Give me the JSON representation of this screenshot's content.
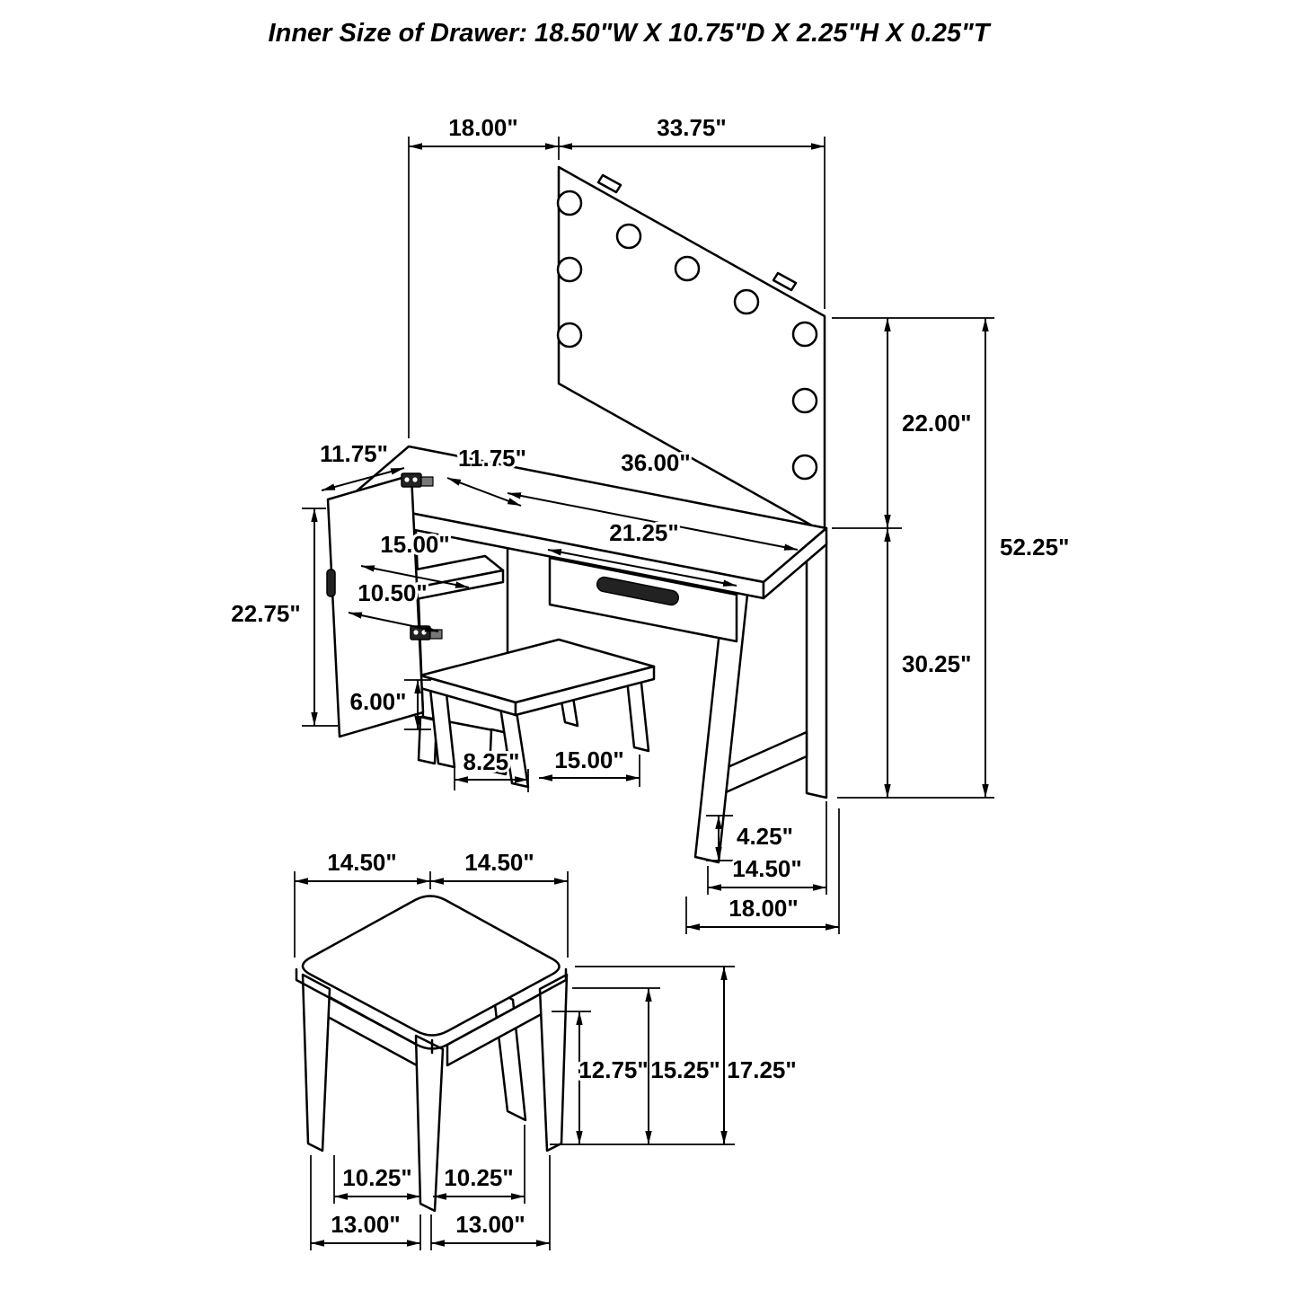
{
  "title": "Inner Size of Drawer: 18.50\"W X 10.75\"D X 2.25\"H X 0.25\"T",
  "colors": {
    "line": "#000000",
    "background": "#ffffff"
  },
  "dims": {
    "mirror_offset_width": "18.00\"",
    "mirror_width": "33.75\"",
    "mirror_height": "22.00\"",
    "total_height": "52.25\"",
    "door_width": "11.75\"",
    "desktop_depth": "11.75\"",
    "desktop_width": "36.00\"",
    "shelf_width": "15.00\"",
    "shelf_depth": "10.50\"",
    "drawer_front_width": "21.25\"",
    "door_height": "22.75\"",
    "clearance": "6.00\"",
    "stool_leg_gap": "8.25\"",
    "stool_under_width": "15.00\"",
    "desk_height": "30.25\"",
    "leg_foot_height": "4.25\"",
    "stretcher_span": "14.50\"",
    "desk_base_depth": "18.00\"",
    "stool_top_depth": "14.50\"",
    "stool_top_width": "14.50\"",
    "stool_apron_to_floor": "12.75\"",
    "stool_seat_bottom_to_floor": "15.25\"",
    "stool_seat_height": "17.25\"",
    "stool_inner_span_left": "10.25\"",
    "stool_inner_span_right": "10.25\"",
    "stool_outer_span_left": "13.00\"",
    "stool_outer_span_right": "13.00\""
  }
}
